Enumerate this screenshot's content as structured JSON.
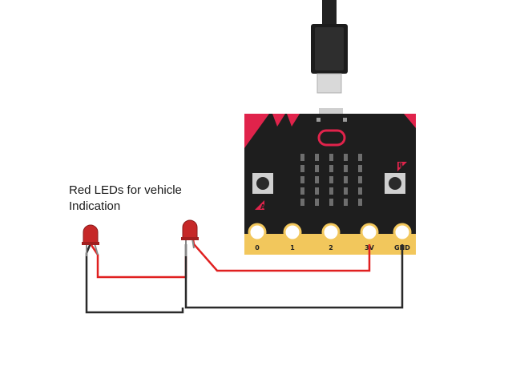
{
  "annotation": {
    "line1": "Red LEDs for vehicle",
    "line2": "Indication"
  },
  "board": {
    "pins": [
      "0",
      "1",
      "2",
      "3V",
      "GND"
    ],
    "button_a_label": "A",
    "button_b_label": "B"
  },
  "colors": {
    "board": "#1e1e1e",
    "accent": "#e0234b",
    "gold": "#f2c75c",
    "wire_red": "#e02020",
    "wire_black": "#2a2a2a",
    "led": "#c62828"
  }
}
